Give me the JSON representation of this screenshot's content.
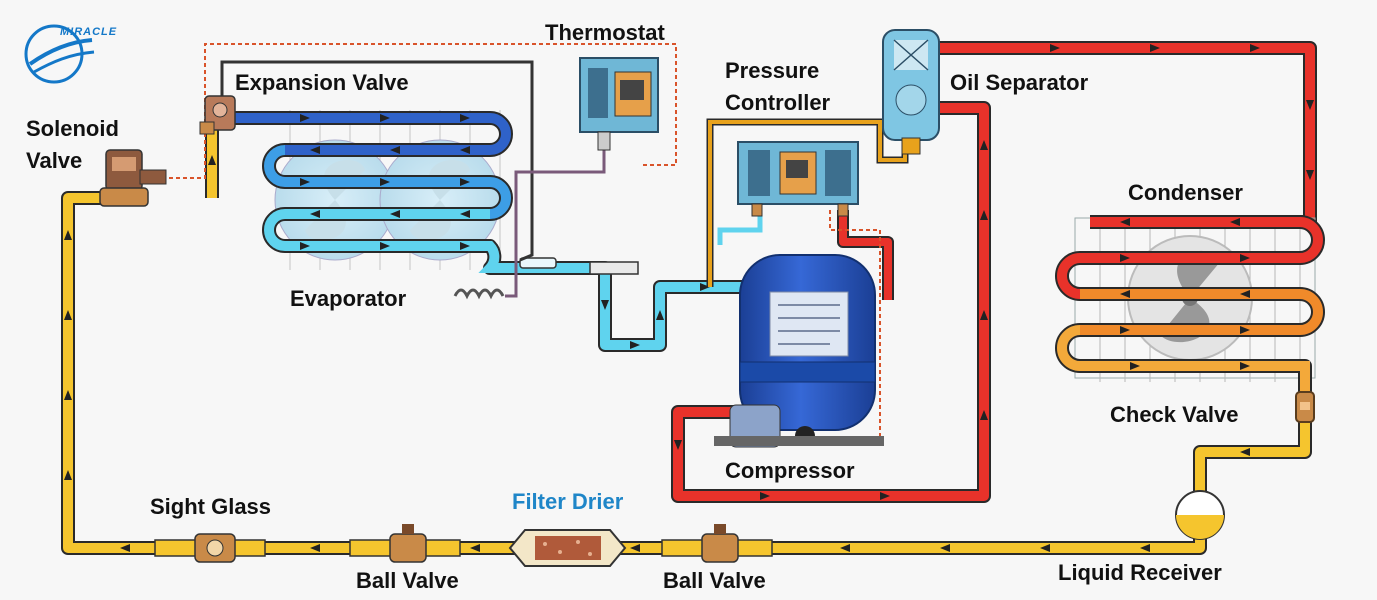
{
  "brand": {
    "logo_text": "IRACLE",
    "logo_letter": "M"
  },
  "labels": {
    "thermostat": "Thermostat",
    "expansion_valve": "Expansion Valve",
    "solenoid_valve_line1": "Solenoid",
    "solenoid_valve_line2": "Valve",
    "pressure_controller_line1": "Pressure",
    "pressure_controller_line2": "Controller",
    "oil_separator": "Oil Separator",
    "condenser": "Condenser",
    "evaporator": "Evaporator",
    "compressor": "Compressor",
    "check_valve": "Check Valve",
    "sight_glass": "Sight Glass",
    "filter_drier": "Filter Drier",
    "ball_valve_left": "Ball Valve",
    "ball_valve_right": "Ball Valve",
    "liquid_receiver": "Liquid Receiver"
  },
  "colors": {
    "liquid_line": "#f5c52e",
    "discharge_line": "#e8322a",
    "suction_line": "#5fd3ee",
    "evaporator_top": "#2f62c9",
    "oil_line": "#e8a21c",
    "compressor": "#2453b8",
    "control_wire": "#d9542b",
    "highlight_label": "#1f86c8"
  }
}
